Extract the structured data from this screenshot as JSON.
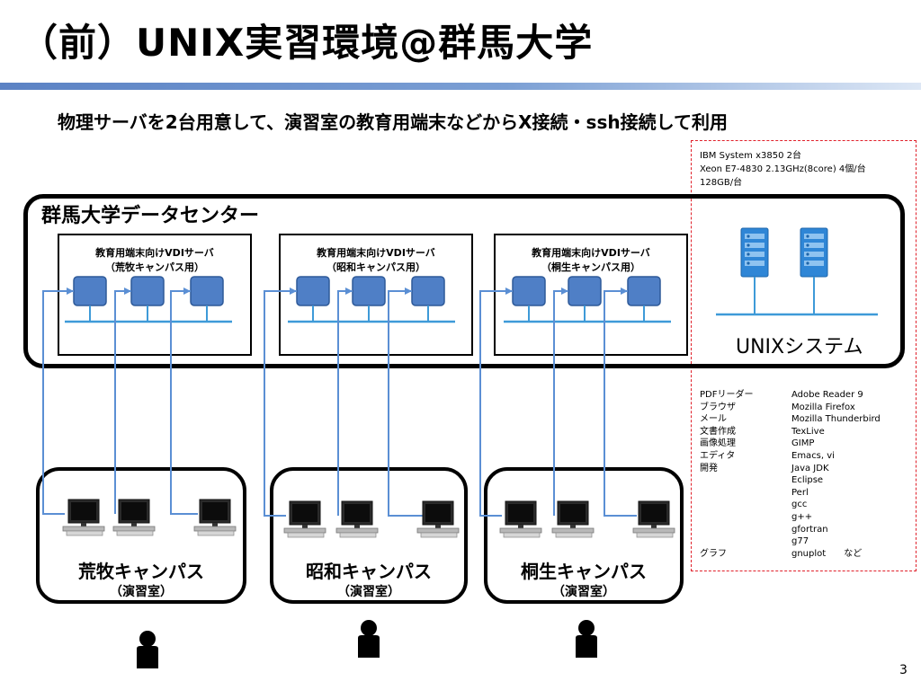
{
  "title": "（前）UNIX実習環境@群馬大学",
  "subtitle": "物理サーバを2台用意して、演習室の教育用端末などからX接続・ssh接続して利用",
  "datacenter": {
    "title": "群馬大学データセンター"
  },
  "servers": [
    {
      "line1": "教育用端末向けVDIサーバ",
      "line2": "（荒牧キャンパス用）"
    },
    {
      "line1": "教育用端末向けVDIサーバ",
      "line2": "（昭和キャンパス用）"
    },
    {
      "line1": "教育用端末向けVDIサーバ",
      "line2": "（桐生キャンパス用）"
    }
  ],
  "unix_system": {
    "label": "UNIXシステム",
    "hw_lines": [
      "IBM System x3850 2台",
      "Xeon E7-4830 2.13GHz(8core) 4個/台",
      "128GB/台"
    ]
  },
  "software": {
    "categories": [
      "PDFリーダー",
      "ブラウザ",
      "メール",
      "文書作成",
      "画像処理",
      "エディタ",
      "開発",
      "",
      "",
      "",
      "",
      "",
      "",
      "グラフ"
    ],
    "items": [
      "Adobe Reader 9",
      "Mozilla Firefox",
      "Mozilla Thunderbird",
      "TexLive",
      "GIMP",
      "Emacs, vi",
      "Java JDK",
      "Eclipse",
      "Perl",
      "gcc",
      "g++",
      "gfortran",
      "g77",
      "gnuplot　　など"
    ]
  },
  "campuses": [
    {
      "name": "荒牧キャンパス",
      "sub": "（演習室）"
    },
    {
      "name": "昭和キャンパス",
      "sub": "（演習室）"
    },
    {
      "name": "桐生キャンパス",
      "sub": "（演習室）"
    }
  ],
  "page_number": "3",
  "colors": {
    "accent_blue": "#4a86d6",
    "server_fill": "#4f7fc6",
    "line_blue": "#3e9ad8",
    "dashed_red": "#e0202a",
    "person": "#000000"
  },
  "icons": {
    "vdi_server": "server-node-icon",
    "rack_server": "rack-server-icon",
    "terminal": "desktop-computer-icon",
    "user": "person-icon"
  }
}
